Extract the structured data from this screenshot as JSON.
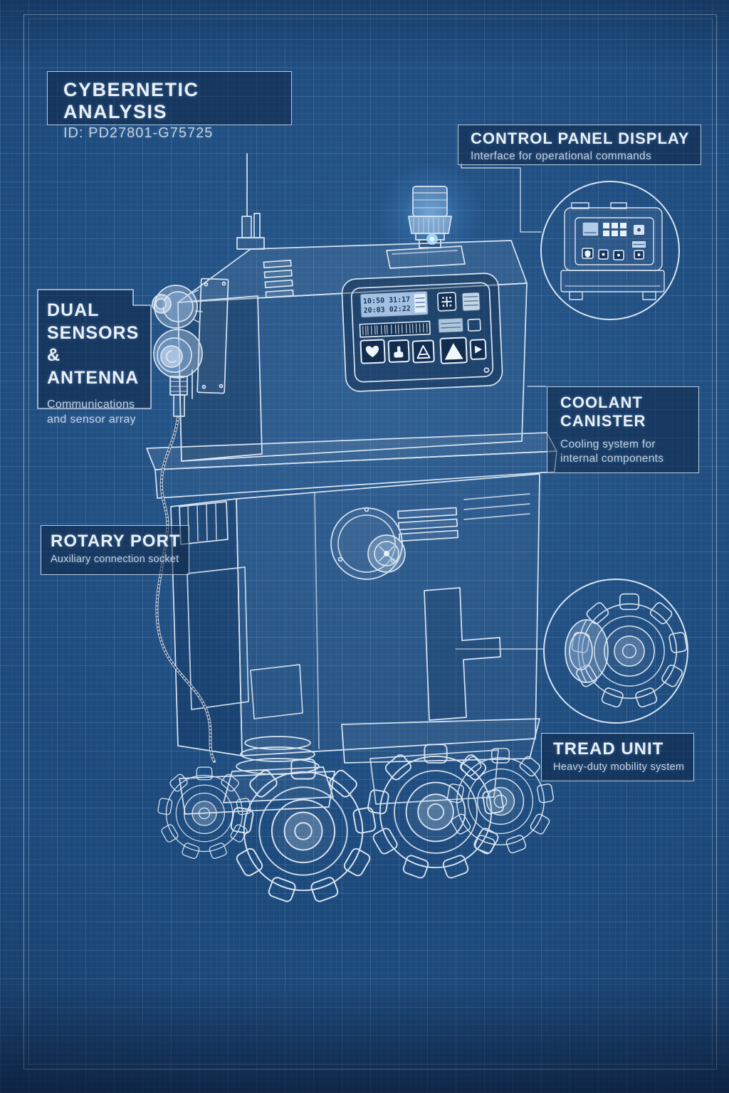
{
  "title_block": {
    "title": "CYBERNETIC ANALYSIS",
    "id_line": "ID: PD27801-G75725"
  },
  "callouts": {
    "control_panel": {
      "title": "CONTROL PANEL DISPLAY",
      "subtitle": "Interface for operational commands"
    },
    "dual_sensors": {
      "title": "DUAL\nSENSORS\n& ANTENNA",
      "subtitle": "Communications\nand sensor array"
    },
    "coolant": {
      "title": "COOLANT\nCANISTER",
      "subtitle": "Cooling system for\ninternal components"
    },
    "rotary_port": {
      "title": "ROTARY PORT",
      "subtitle": "Auxiliary connection socket"
    },
    "tread_unit": {
      "title": "TREAD UNIT",
      "subtitle": "Heavy-duty mobility system"
    }
  },
  "panel_screen": {
    "row1": "10:50 31:17",
    "row2": "20:03 02:22"
  },
  "icons": [
    "heart-icon",
    "pointing-hand-icon",
    "letter-a-triangle-icon",
    "triangle-icon",
    "cursor-arrow-icon",
    "fan-cross-icon",
    "shield-icon",
    "antenna-icon",
    "beacon-light-icon"
  ],
  "colors": {
    "background": "#1d4a7c",
    "grid_line": "#b9d7f5",
    "line_art": "#d8e4f1",
    "label_border": "#d6e6f6",
    "title_text": "#e9f0f7",
    "subtitle_text": "#c2d1e1",
    "beacon_glow": "#7cc4ff"
  }
}
